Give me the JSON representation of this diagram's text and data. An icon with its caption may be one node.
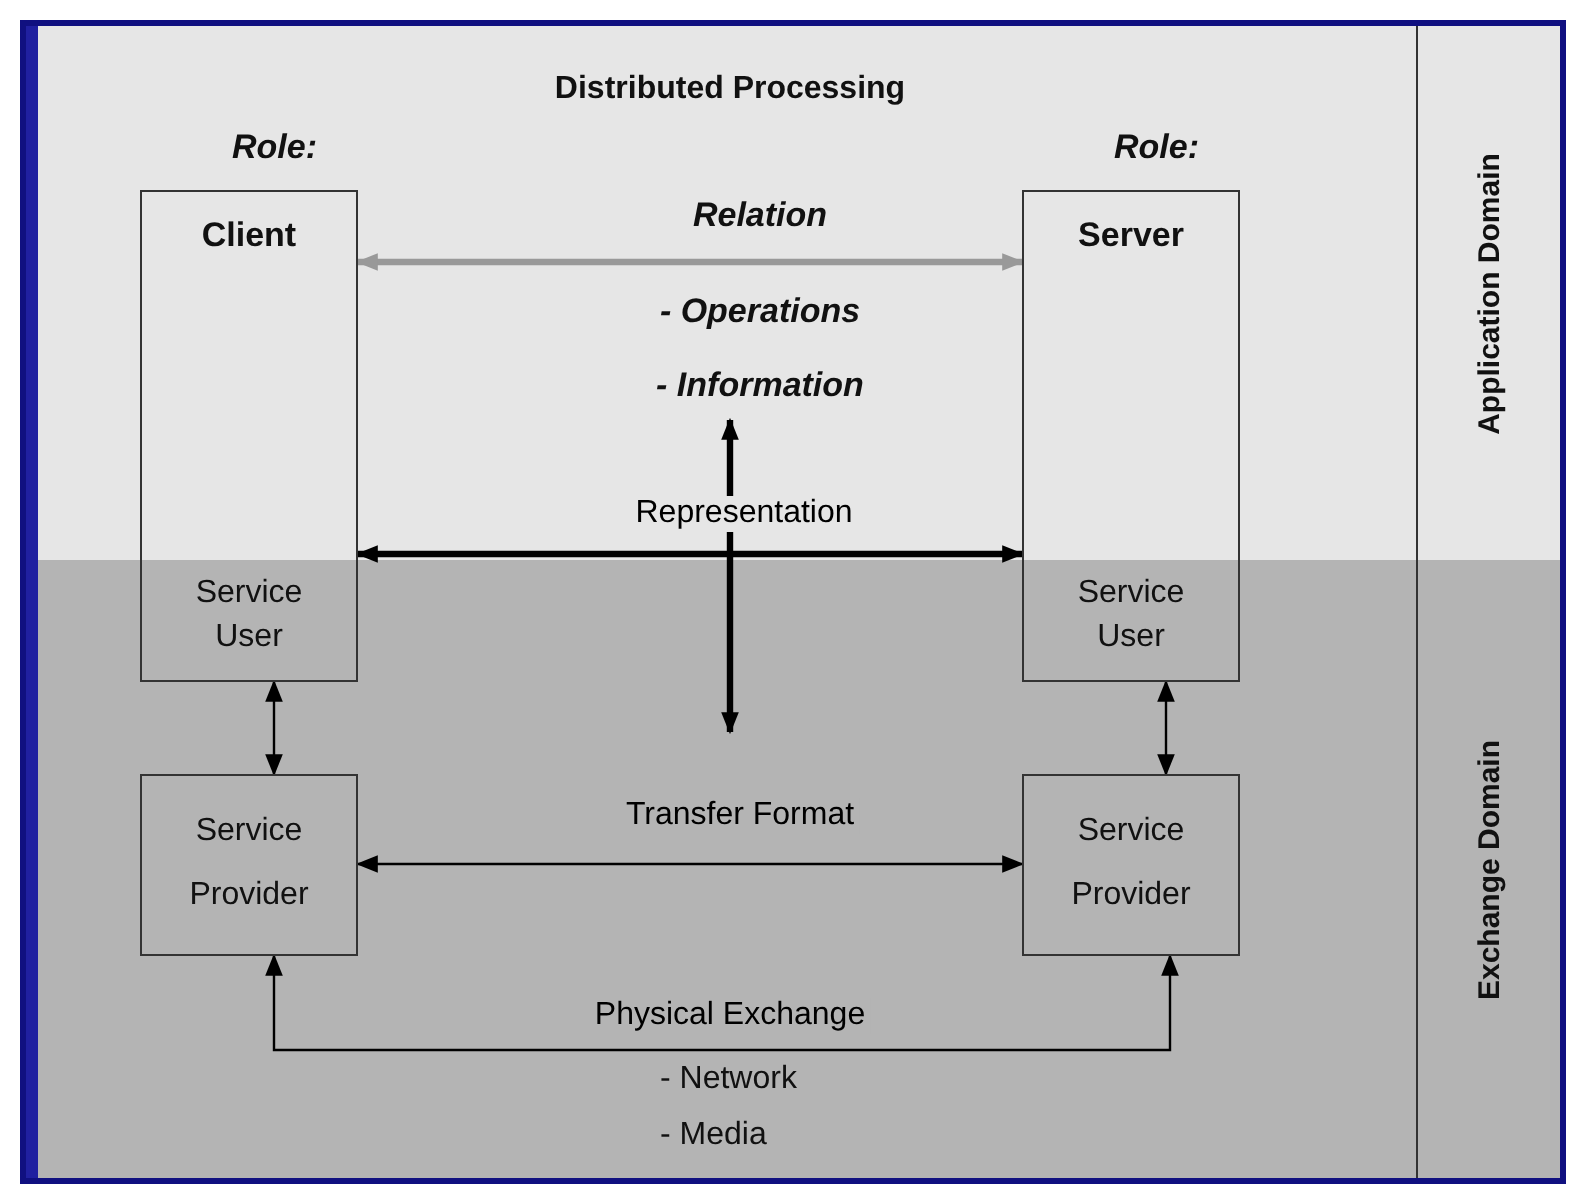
{
  "diagram": {
    "title": "Distributed Processing",
    "nodes": [
      {
        "text": [
          "Client",
          "Service User"
        ],
        "beside": [
          "Role:"
        ]
      },
      {
        "text": [
          "Server",
          "Service User"
        ],
        "beside": [
          "Role:"
        ]
      },
      {
        "text": [
          "Relation",
          "- Operations",
          "- Information"
        ]
      },
      {
        "text": [
          "Service Provider"
        ]
      },
      {
        "text": [
          "Service Provider"
        ]
      }
    ],
    "edges": [
      {
        "from": 0,
        "to": 1,
        "arrow": "both",
        "color": "#999999",
        "style": "thick"
      },
      {
        "from": 0,
        "to": 1,
        "arrow": "both",
        "label": "Representation",
        "style": "thick"
      },
      {
        "from": 2,
        "to": null,
        "arrow": "both",
        "style": "thick"
      },
      {
        "from": 0,
        "to": 3,
        "arrow": "both"
      },
      {
        "from": 1,
        "to": 4,
        "arrow": "both"
      },
      {
        "from": 3,
        "to": 4,
        "arrow": "both",
        "label": "Transfer Format"
      },
      {
        "from": 3,
        "to": 4,
        "arrow": "both",
        "label": "Physical Exchange"
      }
    ],
    "labels": [
      "Application Domain",
      "Exchange Domain",
      "- Network",
      "- Media"
    ]
  }
}
